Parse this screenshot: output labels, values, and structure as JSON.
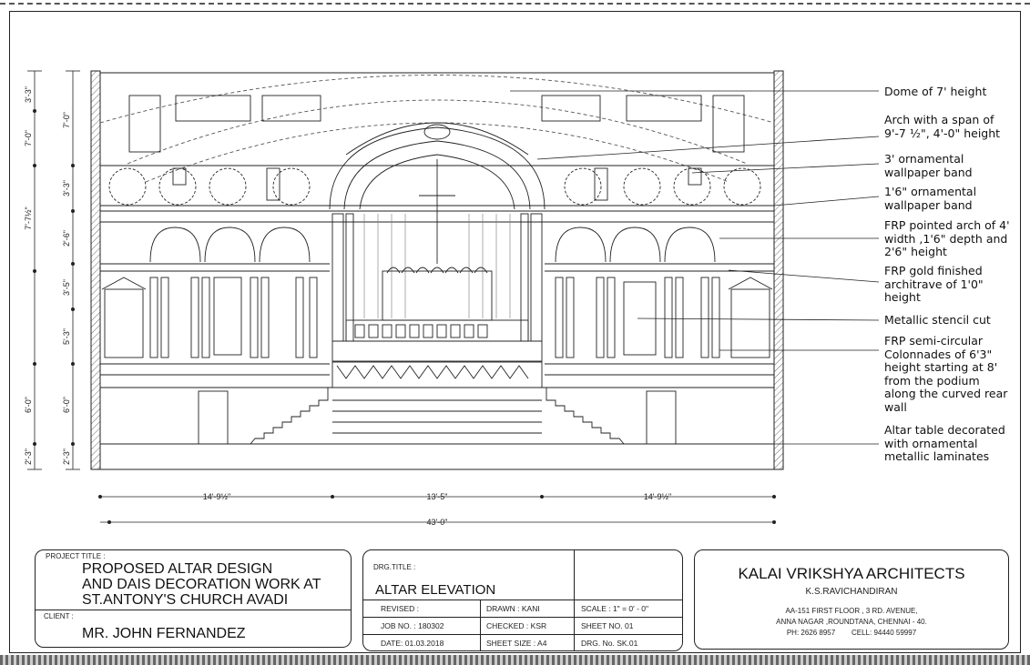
{
  "annotations": [
    "Dome of 7' height",
    "Arch with a span of 9'-7 ½\", 4'-0\" height",
    "3' ornamental wallpaper band",
    "1'6\" ornamental wallpaper band",
    "FRP pointed arch of 4' width ,1'6\" depth and 2'6\" height",
    "FRP gold finished architrave of 1'0\" height",
    "Metallic stencil cut",
    "FRP semi-circular Colonnades of 6'3\" height starting at 8' from the podium along the curved rear wall",
    "Altar table decorated with ornamental metallic laminates"
  ],
  "dimensions": {
    "left_outer": [
      "3'-3\"",
      "7'-0\"",
      "7'-7½\"",
      "6'-0\"",
      "2'-3\""
    ],
    "left_inner": [
      "7'-0\"",
      "3'-3\"",
      "2'-6\"",
      "3'-5\"",
      "5'-3\"",
      "6'-0\"",
      "2'-3\""
    ],
    "bottom": [
      "14'-9½\"",
      "13'-5\"",
      "14'-9½\""
    ],
    "total": "43'-0\""
  },
  "title_block": {
    "project_label": "PROJECT TITLE :",
    "project_lines": [
      "PROPOSED ALTAR DESIGN",
      "AND DAIS DECORATION WORK AT",
      "ST.ANTONY'S CHURCH AVADI"
    ],
    "client_label": "CLIENT :",
    "client": "MR. JOHN FERNANDEZ",
    "drg_title_label": "DRG.TITLE :",
    "drg_title": "ALTAR ELEVATION",
    "revised": "REVISED :",
    "drawn": "DRAWN : KANI",
    "scale": "SCALE : 1\" = 0' - 0\"",
    "job_no": "JOB NO. : 180302",
    "checked": "CHECKED : KSR",
    "sheet_no": "SHEET NO. 01",
    "date": "DATE: 01.03.2018",
    "sheet_size": "SHEET SIZE : A4",
    "drg_no": "DRG. No. SK.01",
    "firm": "KALAI VRIKSHYA ARCHITECTS",
    "person": "K.S.RAVICHANDIRAN",
    "address1": "AA-151 FIRST FLOOR , 3 RD. AVENUE,",
    "address2": "ANNA NAGAR ,ROUNDTANA, CHENNAI - 40.",
    "phone": "PH: 2626 8957        CELL: 94440 59997"
  }
}
